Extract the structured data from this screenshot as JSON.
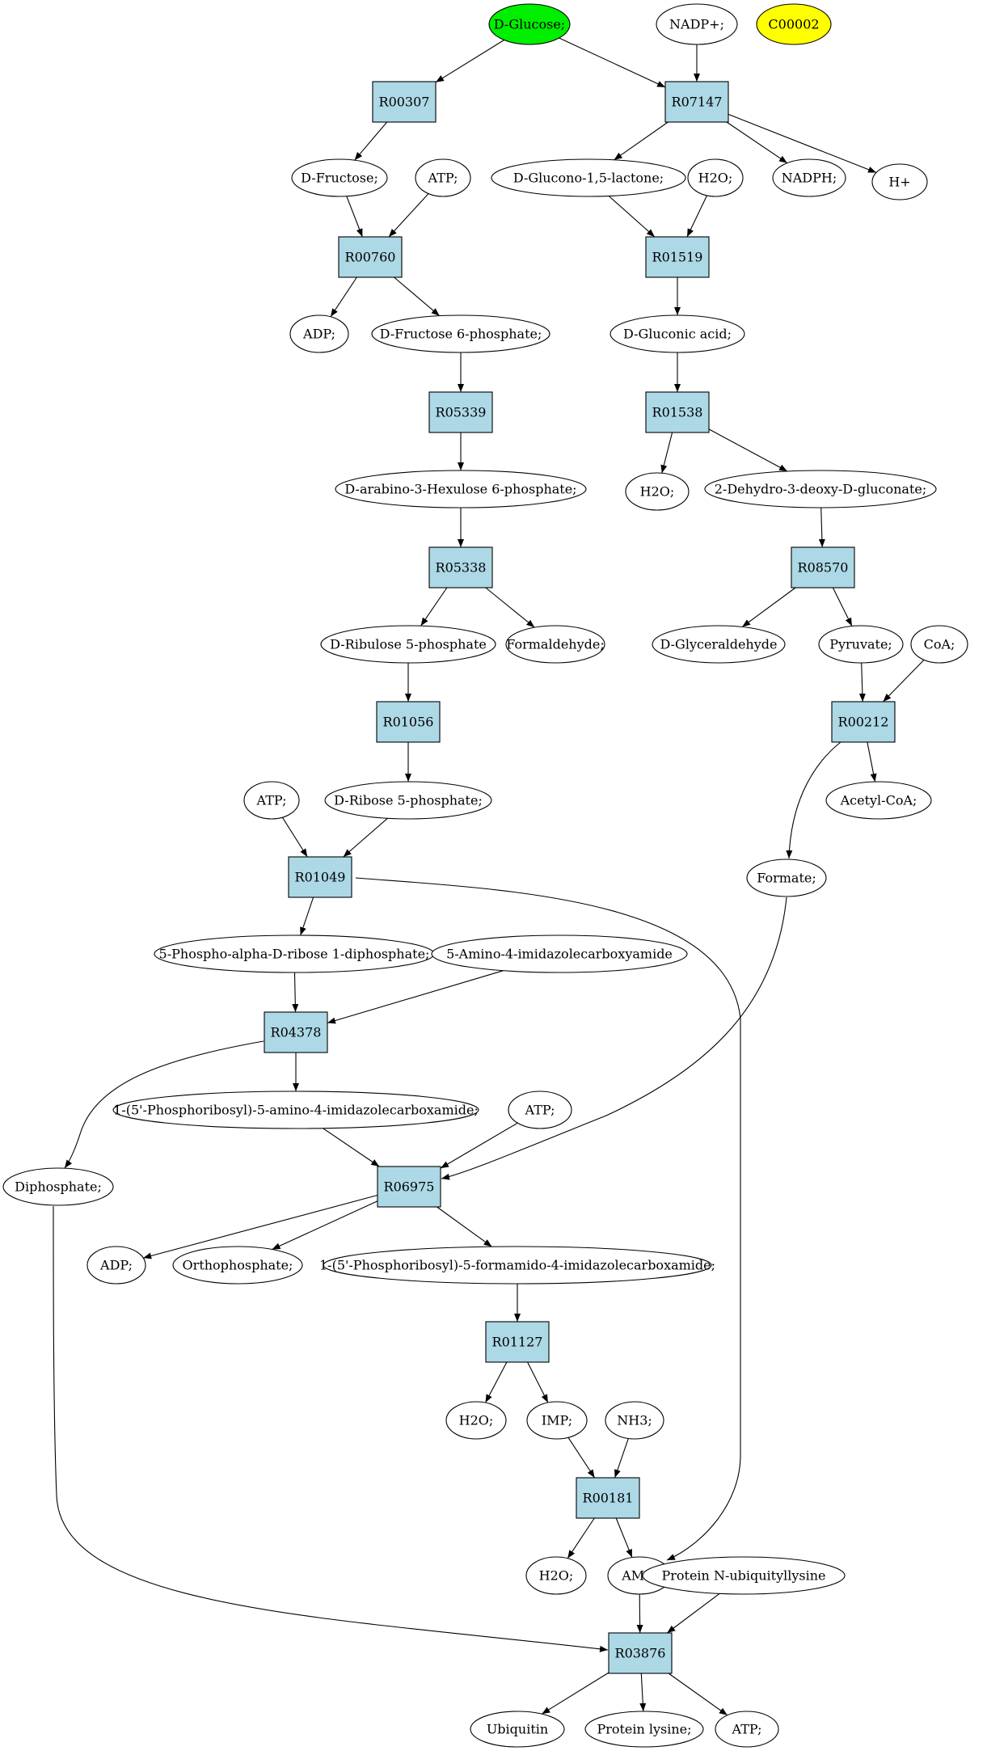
{
  "colors": {
    "reaction_fill": "#add8e6",
    "compound_fill": "#ffffff",
    "start_fill": "#00ee00",
    "highlight_fill": "#ffff00"
  },
  "nodes": [
    {
      "id": "glucose",
      "label": "D-Glucose;",
      "kind": "compound",
      "fill": "start"
    },
    {
      "id": "nadp",
      "label": "NADP+;",
      "kind": "compound"
    },
    {
      "id": "c00002",
      "label": "C00002",
      "kind": "compound",
      "fill": "highlight"
    },
    {
      "id": "r00307",
      "label": "R00307",
      "kind": "reaction"
    },
    {
      "id": "r07147",
      "label": "R07147",
      "kind": "reaction"
    },
    {
      "id": "fructose",
      "label": "D-Fructose;",
      "kind": "compound"
    },
    {
      "id": "atp1",
      "label": "ATP;",
      "kind": "compound"
    },
    {
      "id": "glucono",
      "label": "D-Glucono-1,5-lactone;",
      "kind": "compound"
    },
    {
      "id": "h2o1",
      "label": "H2O;",
      "kind": "compound"
    },
    {
      "id": "nadph",
      "label": "NADPH;",
      "kind": "compound"
    },
    {
      "id": "hplus",
      "label": "H+",
      "kind": "compound"
    },
    {
      "id": "r00760",
      "label": "R00760",
      "kind": "reaction"
    },
    {
      "id": "r01519",
      "label": "R01519",
      "kind": "reaction"
    },
    {
      "id": "adp1",
      "label": "ADP;",
      "kind": "compound"
    },
    {
      "id": "f6p",
      "label": "D-Fructose 6-phosphate;",
      "kind": "compound"
    },
    {
      "id": "gluconic",
      "label": "D-Gluconic acid;",
      "kind": "compound"
    },
    {
      "id": "r05339",
      "label": "R05339",
      "kind": "reaction"
    },
    {
      "id": "r01538",
      "label": "R01538",
      "kind": "reaction"
    },
    {
      "id": "hexulose",
      "label": "D-arabino-3-Hexulose 6-phosphate;",
      "kind": "compound"
    },
    {
      "id": "h2o2",
      "label": "H2O;",
      "kind": "compound"
    },
    {
      "id": "kdg",
      "label": "2-Dehydro-3-deoxy-D-gluconate;",
      "kind": "compound"
    },
    {
      "id": "r05338",
      "label": "R05338",
      "kind": "reaction"
    },
    {
      "id": "r08570",
      "label": "R08570",
      "kind": "reaction"
    },
    {
      "id": "ribulose",
      "label": "D-Ribulose 5-phosphate",
      "kind": "compound"
    },
    {
      "id": "formaldehyde",
      "label": "Formaldehyde;",
      "kind": "compound"
    },
    {
      "id": "glyceraldehyde",
      "label": "D-Glyceraldehyde",
      "kind": "compound"
    },
    {
      "id": "pyruvate",
      "label": "Pyruvate;",
      "kind": "compound"
    },
    {
      "id": "coa",
      "label": "CoA;",
      "kind": "compound"
    },
    {
      "id": "r01056",
      "label": "R01056",
      "kind": "reaction"
    },
    {
      "id": "r00212",
      "label": "R00212",
      "kind": "reaction"
    },
    {
      "id": "atp2",
      "label": "ATP;",
      "kind": "compound"
    },
    {
      "id": "ribose",
      "label": "D-Ribose 5-phosphate;",
      "kind": "compound"
    },
    {
      "id": "acetylcoa",
      "label": "Acetyl-CoA;",
      "kind": "compound"
    },
    {
      "id": "r01049",
      "label": "R01049",
      "kind": "reaction"
    },
    {
      "id": "formate",
      "label": "Formate;",
      "kind": "compound"
    },
    {
      "id": "prpp",
      "label": "5-Phospho-alpha-D-ribose 1-diphosphate;",
      "kind": "compound"
    },
    {
      "id": "aica",
      "label": "5-Amino-4-imidazolecarboxyamide",
      "kind": "compound"
    },
    {
      "id": "r04378",
      "label": "R04378",
      "kind": "reaction"
    },
    {
      "id": "aicar",
      "label": "1-(5'-Phosphoribosyl)-5-amino-4-imidazolecarboxamide;",
      "kind": "compound"
    },
    {
      "id": "atp3",
      "label": "ATP;",
      "kind": "compound"
    },
    {
      "id": "diphosphate",
      "label": "Diphosphate;",
      "kind": "compound"
    },
    {
      "id": "r06975",
      "label": "R06975",
      "kind": "reaction"
    },
    {
      "id": "adp2",
      "label": "ADP;",
      "kind": "compound"
    },
    {
      "id": "orthophosphate",
      "label": "Orthophosphate;",
      "kind": "compound"
    },
    {
      "id": "faicar",
      "label": "1-(5'-Phosphoribosyl)-5-formamido-4-imidazolecarboxamide;",
      "kind": "compound"
    },
    {
      "id": "r01127",
      "label": "R01127",
      "kind": "reaction"
    },
    {
      "id": "h2o3",
      "label": "H2O;",
      "kind": "compound"
    },
    {
      "id": "imp",
      "label": "IMP;",
      "kind": "compound"
    },
    {
      "id": "nh3",
      "label": "NH3;",
      "kind": "compound"
    },
    {
      "id": "r00181",
      "label": "R00181",
      "kind": "reaction"
    },
    {
      "id": "h2o4",
      "label": "H2O;",
      "kind": "compound"
    },
    {
      "id": "amp",
      "label": "AMP;",
      "kind": "compound"
    },
    {
      "id": "ubiquityl",
      "label": "Protein N-ubiquityllysine",
      "kind": "compound"
    },
    {
      "id": "r03876",
      "label": "R03876",
      "kind": "reaction"
    },
    {
      "id": "ubiquitin",
      "label": "Ubiquitin",
      "kind": "compound"
    },
    {
      "id": "lysine",
      "label": "Protein lysine;",
      "kind": "compound"
    },
    {
      "id": "atp4",
      "label": "ATP;",
      "kind": "compound"
    }
  ],
  "edges": [
    [
      "glucose",
      "r00307"
    ],
    [
      "glucose",
      "r07147"
    ],
    [
      "nadp",
      "r07147"
    ],
    [
      "r00307",
      "fructose"
    ],
    [
      "r07147",
      "glucono"
    ],
    [
      "r07147",
      "nadph"
    ],
    [
      "r07147",
      "hplus"
    ],
    [
      "fructose",
      "r00760"
    ],
    [
      "atp1",
      "r00760"
    ],
    [
      "glucono",
      "r01519"
    ],
    [
      "h2o1",
      "r01519"
    ],
    [
      "r00760",
      "adp1"
    ],
    [
      "r00760",
      "f6p"
    ],
    [
      "r01519",
      "gluconic"
    ],
    [
      "f6p",
      "r05339"
    ],
    [
      "gluconic",
      "r01538"
    ],
    [
      "r05339",
      "hexulose"
    ],
    [
      "r01538",
      "h2o2"
    ],
    [
      "r01538",
      "kdg"
    ],
    [
      "hexulose",
      "r05338"
    ],
    [
      "kdg",
      "r08570"
    ],
    [
      "r05338",
      "ribulose"
    ],
    [
      "r05338",
      "formaldehyde"
    ],
    [
      "r08570",
      "glyceraldehyde"
    ],
    [
      "r08570",
      "pyruvate"
    ],
    [
      "pyruvate",
      "r00212"
    ],
    [
      "coa",
      "r00212"
    ],
    [
      "ribulose",
      "r01056"
    ],
    [
      "r00212",
      "acetylcoa"
    ],
    [
      "r00212",
      "formate"
    ],
    [
      "r01056",
      "ribose"
    ],
    [
      "atp2",
      "r01049"
    ],
    [
      "ribose",
      "r01049"
    ],
    [
      "r01049",
      "prpp"
    ],
    [
      "r01049",
      "amp"
    ],
    [
      "prpp",
      "r04378"
    ],
    [
      "aica",
      "r04378"
    ],
    [
      "r04378",
      "aicar"
    ],
    [
      "r04378",
      "diphosphate"
    ],
    [
      "aicar",
      "r06975"
    ],
    [
      "atp3",
      "r06975"
    ],
    [
      "formate",
      "r06975"
    ],
    [
      "r06975",
      "adp2"
    ],
    [
      "r06975",
      "orthophosphate"
    ],
    [
      "r06975",
      "faicar"
    ],
    [
      "faicar",
      "r01127"
    ],
    [
      "r01127",
      "h2o3"
    ],
    [
      "r01127",
      "imp"
    ],
    [
      "imp",
      "r00181"
    ],
    [
      "nh3",
      "r00181"
    ],
    [
      "r00181",
      "h2o4"
    ],
    [
      "r00181",
      "amp"
    ],
    [
      "amp",
      "r03876"
    ],
    [
      "ubiquityl",
      "r03876"
    ],
    [
      "diphosphate",
      "r03876"
    ],
    [
      "r03876",
      "ubiquitin"
    ],
    [
      "r03876",
      "lysine"
    ],
    [
      "r03876",
      "atp4"
    ]
  ]
}
